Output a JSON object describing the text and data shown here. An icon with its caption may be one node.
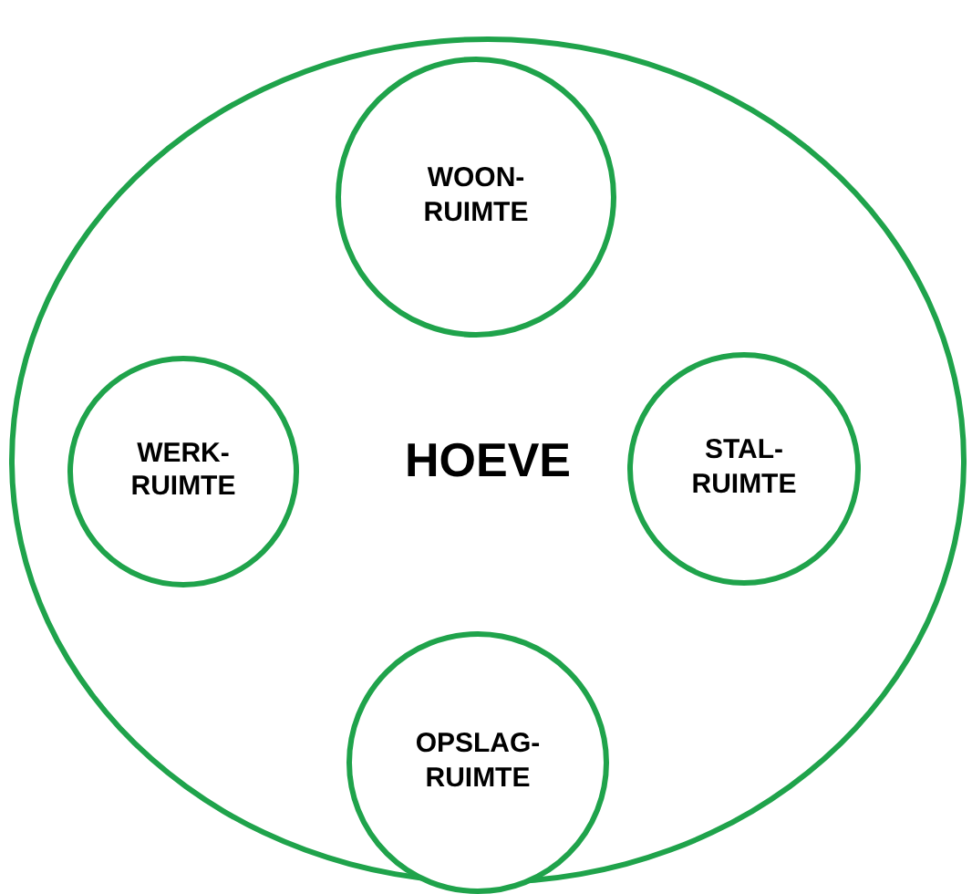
{
  "diagram": {
    "nodes": [
      {
        "text": [
          "HOEVE"
        ]
      },
      {
        "text": [
          "WOON- RUIMTE"
        ],
        "in": 0
      },
      {
        "text": [
          "WERK- RUIMTE"
        ],
        "in": 0
      },
      {
        "text": [
          "STAL- RUIMTE"
        ],
        "in": 0
      },
      {
        "text": [
          "OPSLAG- RUIMTE"
        ],
        "in": 0
      }
    ]
  }
}
